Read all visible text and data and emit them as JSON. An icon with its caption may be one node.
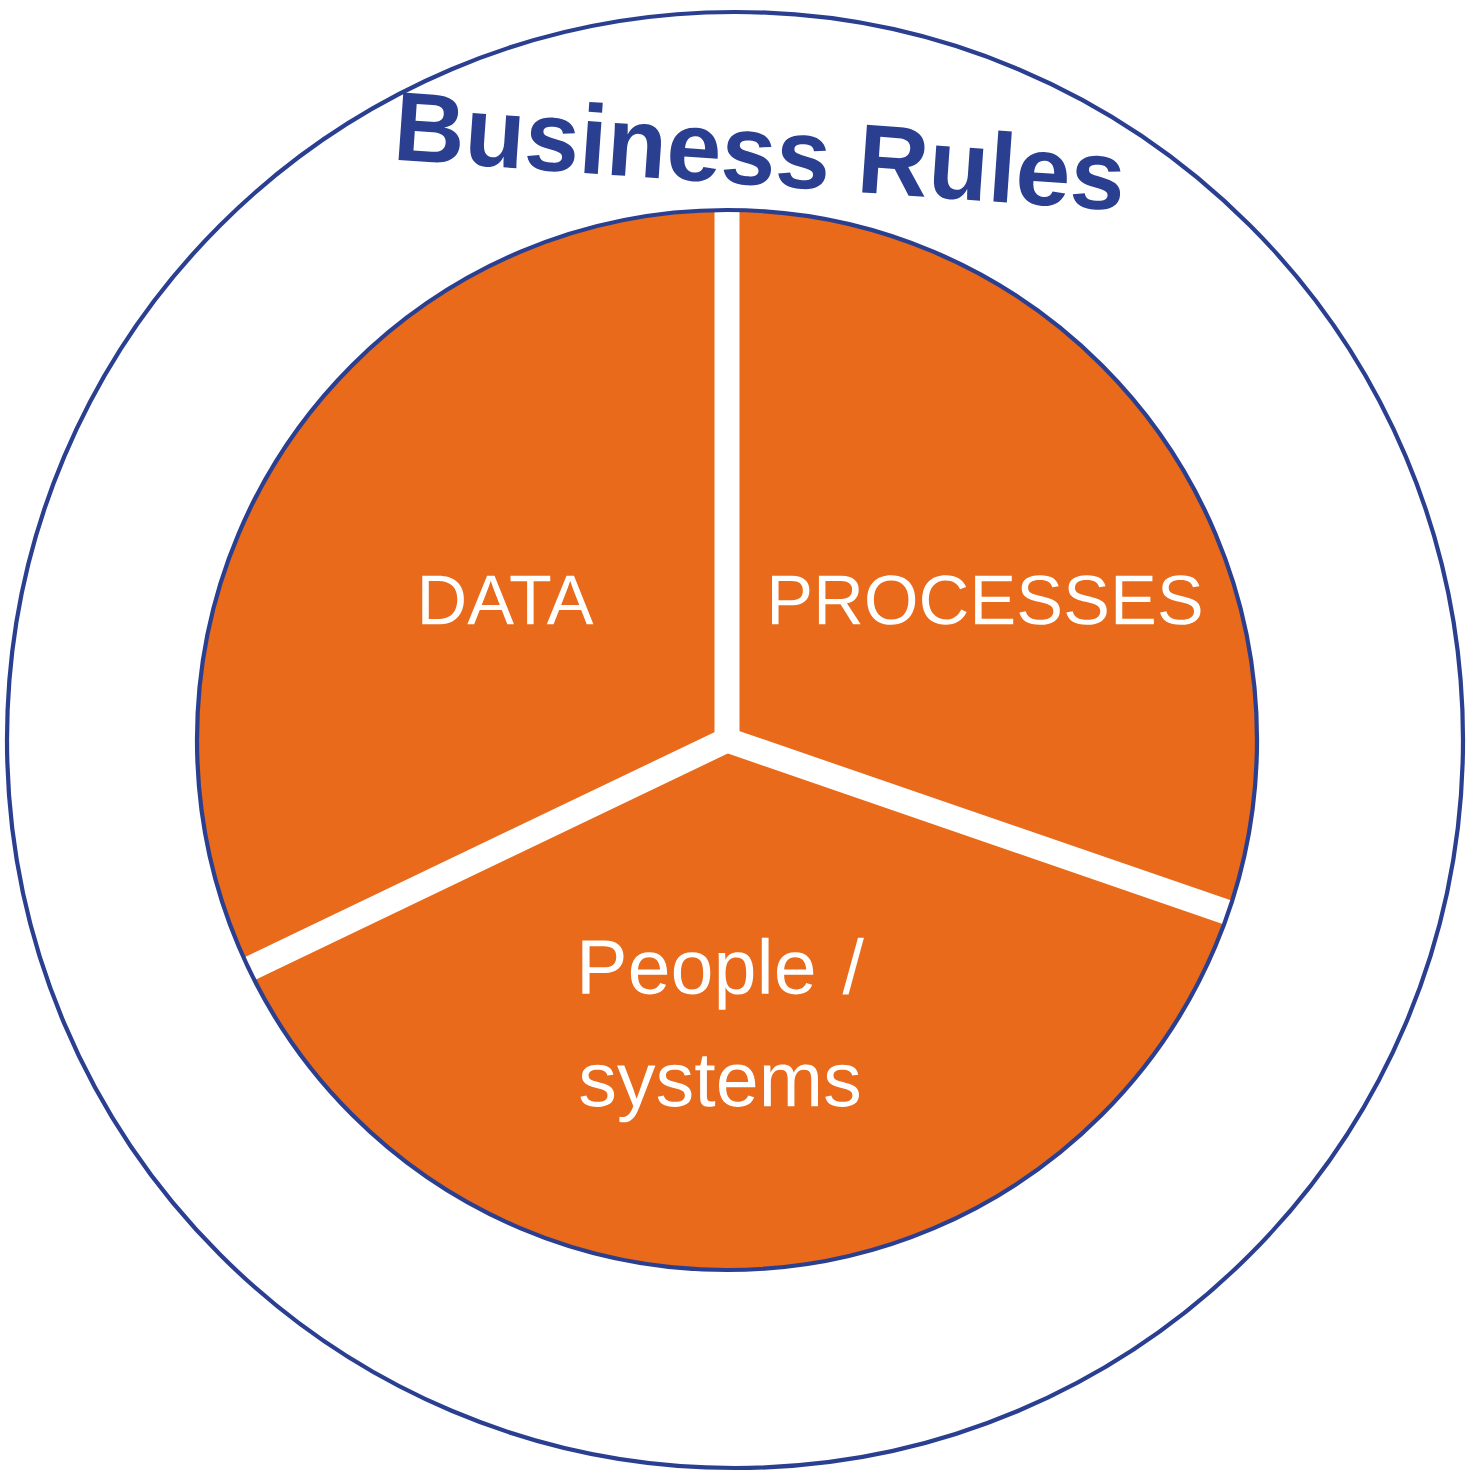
{
  "diagram": {
    "nodes": [
      {
        "text": [
          "Business Rules"
        ]
      },
      {
        "text": [
          "DATA"
        ],
        "in": 0
      },
      {
        "text": [
          "PROCESSES"
        ],
        "in": 0
      },
      {
        "text": [
          "People / systems"
        ],
        "in": 0
      }
    ],
    "edges": []
  }
}
